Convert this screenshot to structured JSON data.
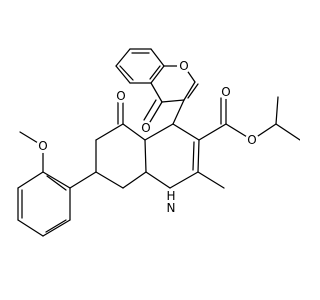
{
  "structure": {
    "atom_labels": {
      "chromone_ring_oxygen": "O",
      "chromone_carbonyl_oxygen": "O",
      "ketone_oxygen": "O",
      "ester_carbonyl_oxygen": "O",
      "ester_ether_oxygen": "O",
      "methoxy_oxygen": "O",
      "ring_nh": "H\nN"
    },
    "colors": {
      "bond": "#000000",
      "text": "#000000",
      "background": "#ffffff"
    }
  }
}
